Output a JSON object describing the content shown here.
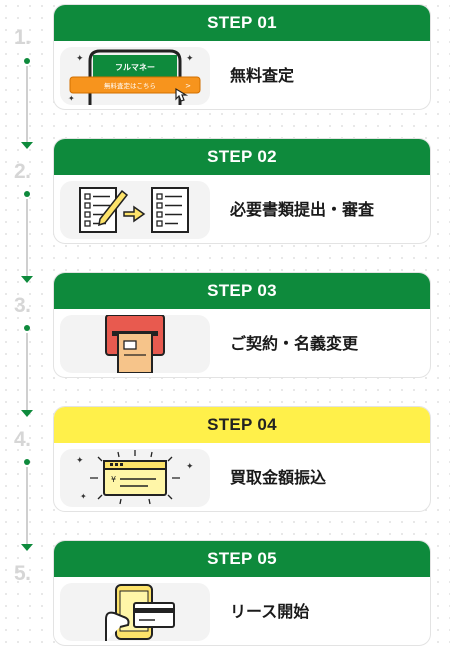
{
  "steps": [
    {
      "number": "1.",
      "title": "STEP 01",
      "label": "無料査定",
      "illustration_icon": "website-button-icon",
      "illustration_button_text": "無料査定はこちら",
      "illustration_brand_text": "フルマネー"
    },
    {
      "number": "2.",
      "title": "STEP 02",
      "label": "必要書類提出・審査",
      "illustration_icon": "document-submit-icon"
    },
    {
      "number": "3.",
      "title": "STEP 03",
      "label": "ご契約・名義変更",
      "illustration_icon": "contract-box-icon"
    },
    {
      "number": "4.",
      "title": "STEP 04",
      "label": "買取金額振込",
      "illustration_icon": "bank-transfer-card-icon"
    },
    {
      "number": "5.",
      "title": "STEP 05",
      "label": "リース開始",
      "illustration_icon": "phone-card-payment-icon"
    }
  ],
  "colors": {
    "green": "#0e8a3c",
    "yellow": "#fff04a",
    "orange": "#f7941d",
    "grey_number": "#d6d6d6"
  }
}
